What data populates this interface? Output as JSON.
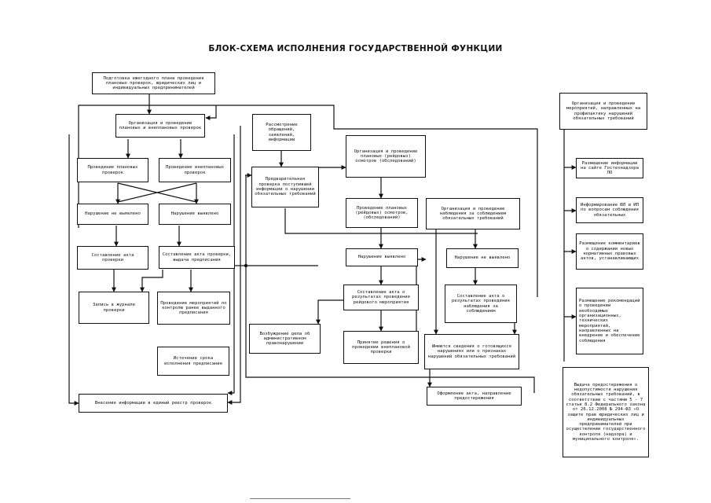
{
  "title": "БЛОК-СХЕМА   ИСПОЛНЕНИЯ ГОСУДАРСТВЕННОЙ ФУНКЦИИ",
  "nodes": {
    "plan": "Подготовка ежегодного плана проведения плановых проверок, юридических лиц и индивидуальных предпринимателей",
    "org_checks": "Организация и проведение плановых и внеплановых проверок",
    "planned": "Проведение плановых проверок",
    "unplanned": "Проведение внеплановых проверок",
    "no_violation_l": "Нарушение не выявлено",
    "violation_l": "Нарушение выявлено",
    "act_l": "Составление акта проверки",
    "act_order": "Составление акта проверки, выдача предписания",
    "journal": "Запись в журнале проверки",
    "control_measures": "Проведение мероприятий по контролю ранее выданного предписания",
    "deadline": "Истечение срока исполнения предписания",
    "registry": "Внесение информации в единый реестр проверок",
    "appeals": "Рассмотрение обращений, заявлений, информации",
    "prelim": "Предварительная проверка поступившей информации о нарушении обязательных требований",
    "raids_org": "Организация и проведение плановых (рейдовых) осмотров (обследований)",
    "raids": "Проведение плановых (рейдовых) осмотров, (обследований)",
    "observation": "Организация и проведение наблюдения за соблюдением обязательных требований",
    "violation_r": "Нарушение выявлено",
    "no_violation_r": "Нарушение не выявлено",
    "act_raid": "Составление акта о результатах проведения рейдового мероприятия",
    "act_observation": "Составление акта о результатах проведения наблюдения за соблюдением",
    "admin_case": "Возбуждение дела об административном правонарушении",
    "decision": "Принятие решения о проведении внеплановой проверки",
    "info_received": "Имеются сведения о готовящихся нарушениях или о признаках нарушений обязательных требований",
    "warning": "Оформление акта, направление предостережения",
    "prevention": "Организация и проведение мероприятий, направленных на профилактику нарушений обязательных требований",
    "site": "Размещение информации на сайте Гостехнадзора ЛО",
    "inform": "Информирование ЮЛ и ИП по вопросам соблюдения обязательных",
    "comments": "Размещение комментариев о содержании новых нормативных правовых актов, устанавливающих",
    "recommend": "Размещение рекомендаций о проведении необходимых организационных, технических мероприятий, направленных на внедрение и обеспечение соблюдения",
    "law_note": "Выдача предостережения о недопустимости нарушения обязательных требований, в соответствии с частями 5 - 7 статьи 8.2 Федерального закона от 26.12.2008 № 294-ФЗ «О защите прав юридических лиц и индивидуальных предпринимателей при осуществлении государственного контроля (надзора) и муниципального контроля»."
  }
}
